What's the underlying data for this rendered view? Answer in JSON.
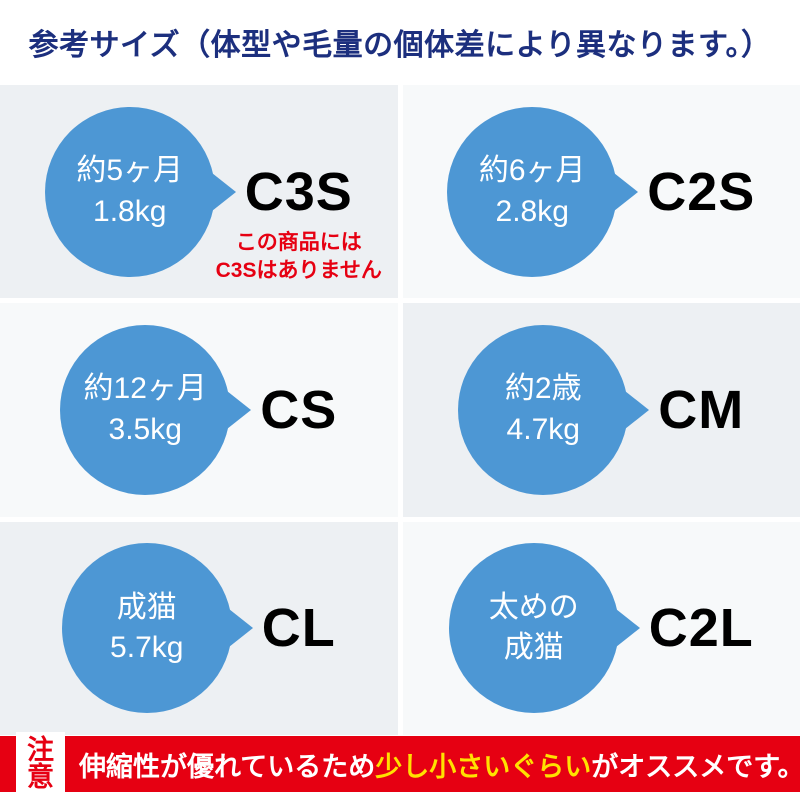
{
  "header": {
    "title": "参考サイズ（体型や毛量の個体差により異なります。）"
  },
  "colors": {
    "header_text": "#1c2f7e",
    "bubble_blue": "#4d97d4",
    "warning_red": "#e60012",
    "highlight_yellow": "#ffe100",
    "cell_gray_dark": "#edf0f3",
    "cell_gray_light": "#f7f9fa"
  },
  "sizes": [
    {
      "bubble_line1": "約5ヶ月",
      "bubble_line2": "1.8kg",
      "label": "C3S",
      "note_line1": "この商品には",
      "note_line2": "C3Sはありません"
    },
    {
      "bubble_line1": "約6ヶ月",
      "bubble_line2": "2.8kg",
      "label": "C2S"
    },
    {
      "bubble_line1": "約12ヶ月",
      "bubble_line2": "3.5kg",
      "label": "CS"
    },
    {
      "bubble_line1": "約2歳",
      "bubble_line2": "4.7kg",
      "label": "CM"
    },
    {
      "bubble_line1": "成猫",
      "bubble_line2": "5.7kg",
      "label": "CL"
    },
    {
      "bubble_line1": "太めの",
      "bubble_line2": "成猫",
      "label": "C2L"
    }
  ],
  "footer": {
    "badge": "注意",
    "text_before": "伸縮性が優れているため",
    "text_highlight": "少し小さいぐらい",
    "text_after": "がオススメです。"
  }
}
